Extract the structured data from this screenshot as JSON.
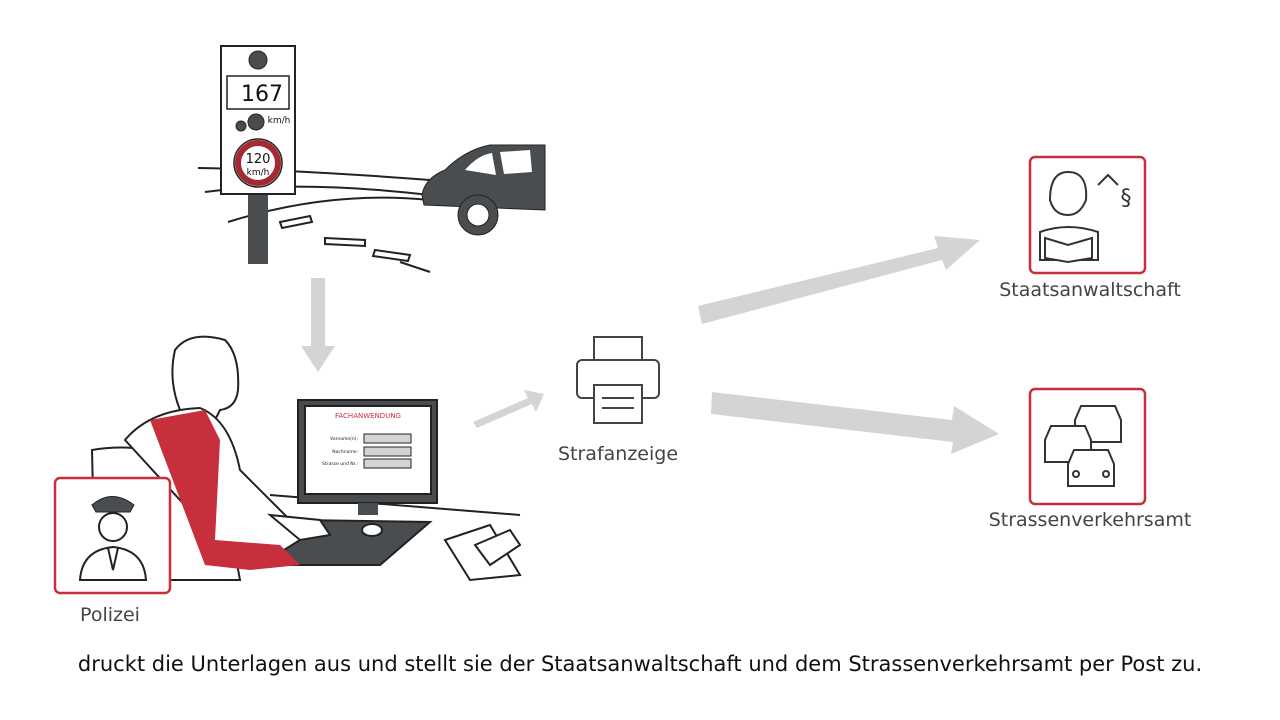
{
  "speed_sign": {
    "measured": "167",
    "unit": "km/h",
    "limit": "120",
    "limit_unit": "km/h"
  },
  "monitor": {
    "title": "FACHANWENDUNG",
    "fields": [
      "Vorname(n):",
      "Nachname:",
      "Strasse und Nr.:"
    ]
  },
  "labels": {
    "police": "Polizei",
    "printer": "Strafanzeige",
    "prosecutor": "Staatsanwaltschaft",
    "traffic_office": "Strassenverkehrsamt"
  },
  "caption": "druckt die Unterlagen aus und stellt sie der Staatsanwaltschaft und dem Strassenverkehrsamt per Post zu.",
  "colors": {
    "accent": "#c62f3b",
    "arrow": "#d3d5d4",
    "dark": "#4a4d50"
  }
}
